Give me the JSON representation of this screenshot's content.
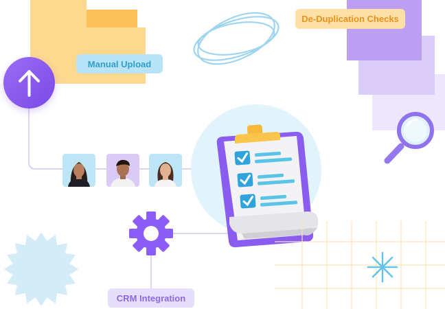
{
  "labels": {
    "manual_upload": "Manual Upload",
    "dedup": "De-Duplication Checks",
    "crm": "CRM Integration"
  },
  "icons": [
    "upload-arrow-icon",
    "folder-icon",
    "gear-icon",
    "magnifier-icon",
    "clipboard-checklist-icon",
    "starburst-shape",
    "sparkle-icon",
    "scribble-ellipses"
  ],
  "colors": {
    "purple": "#8b5cf6",
    "folder": "#fcd58a",
    "label_blue": "#b9e4f8",
    "label_orange": "#fde0a6",
    "light_purple": "#e2d7fb",
    "cyan": "#5ac4e8"
  }
}
